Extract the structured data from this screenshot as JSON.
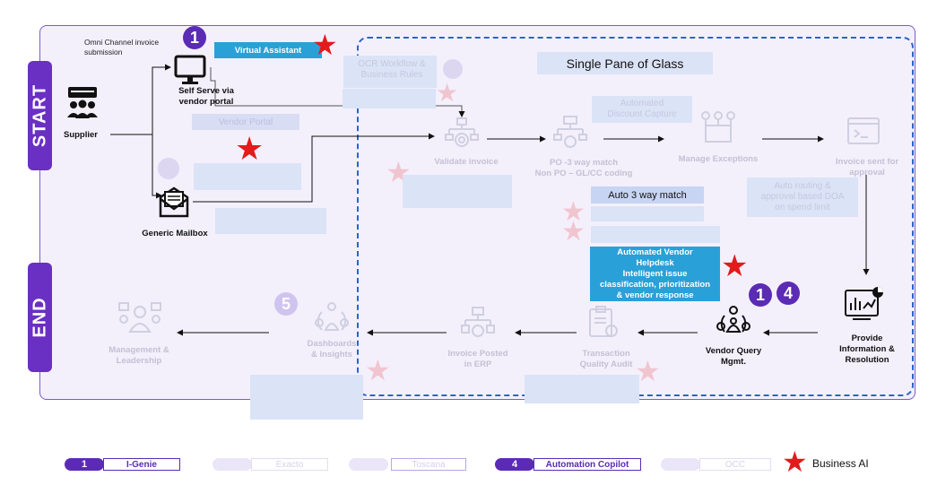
{
  "tabs": {
    "start": "START",
    "end": "END"
  },
  "badges": {
    "one": "1",
    "four": "4",
    "five": "5"
  },
  "omni": {
    "line1": "Omni Channel invoice",
    "line2": "submission"
  },
  "nodes": {
    "supplier": "Supplier",
    "self_serve": {
      "line1": "Self Serve via",
      "line2": "vendor portal"
    },
    "generic_mailbox": "Generic Mailbox",
    "validate_invoice": "Validate invoice",
    "po_match": {
      "line1": "PO -3 way match",
      "line2": "Non PO – GL/CC coding"
    },
    "manage_exceptions": "Manage Exceptions",
    "invoice_sent": {
      "line1": "Invoice sent for",
      "line2": "approval"
    },
    "provide_info": {
      "line1": "Provide",
      "line2": "Information &",
      "line3": "Resolution"
    },
    "vendor_query": {
      "line1": "Vendor Query",
      "line2": "Mgmt."
    },
    "transaction_audit": {
      "line1": "Transaction",
      "line2": "Quality Audit"
    },
    "invoice_posted": {
      "line1": "Invoice Posted",
      "line2": "in ERP"
    },
    "dashboards": {
      "line1": "Dashboards",
      "line2": "& Insights"
    },
    "management": {
      "line1": "Management &",
      "line2": "Leadership"
    }
  },
  "labels": {
    "virtual_assistant": "Virtual Assistant",
    "single_pane": "Single Pane of Glass",
    "vendor_portal": "Vendor Portal",
    "ocr_business_rules": {
      "line1": "OCR Workflow &",
      "line2": "Business Rules"
    },
    "automated_discount": {
      "line1": "Automated",
      "line2": "Discount Capture"
    },
    "auto_routing": {
      "line1": "Auto routing &",
      "line2": "approval based DOA",
      "line3": "on spend limit"
    },
    "auto_3way": "Auto 3 way match",
    "vendor_helpdesk": {
      "line1": "Automated Vendor",
      "line2": "Helpdesk",
      "line3": "Intelligent issue",
      "line4": "classification, prioritization",
      "line5": "& vendor response"
    }
  },
  "legend": {
    "items": [
      {
        "num": "1",
        "label": "I-Genie"
      },
      {
        "num": "",
        "label": "Exacto"
      },
      {
        "num": "",
        "label": "Toscana"
      },
      {
        "num": "4",
        "label": "Automation Copilot"
      },
      {
        "num": "",
        "label": "OCC"
      }
    ],
    "business_ai": "Business AI"
  },
  "colors": {
    "purple": "#5b2bb5",
    "blue_accent": "#2aa0d8",
    "star_red": "#e21b1b",
    "dashed_blue": "#2d63c8"
  }
}
